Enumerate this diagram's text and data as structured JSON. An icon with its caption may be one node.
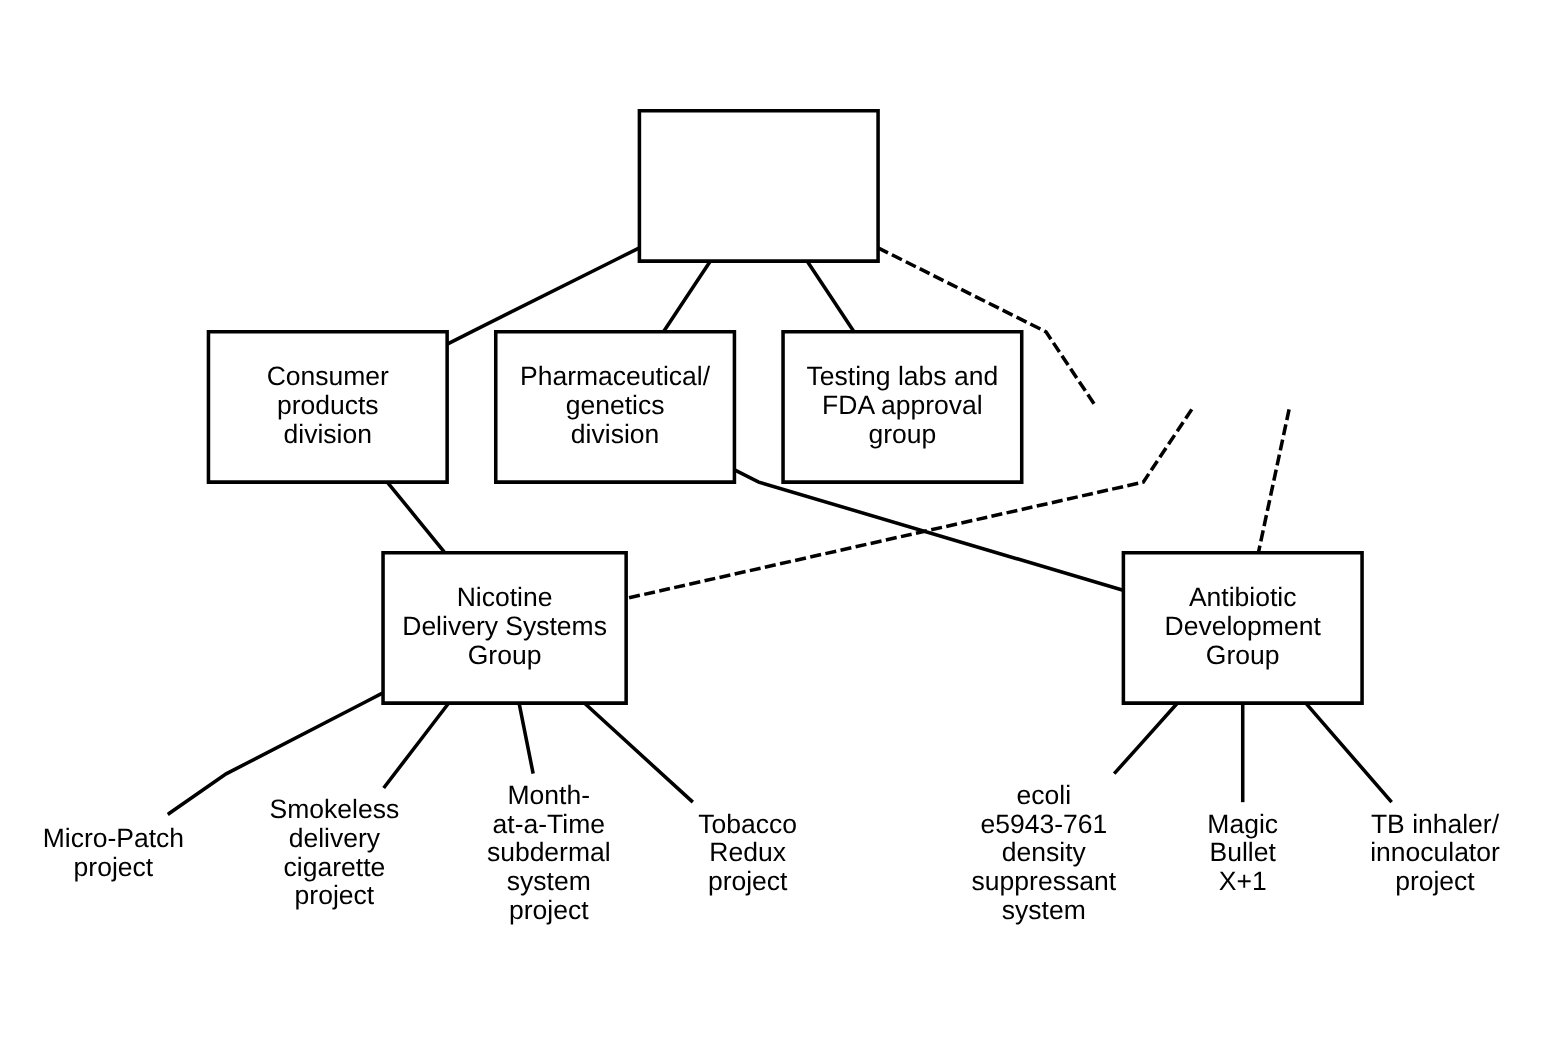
{
  "diagram": {
    "nodes": [
      {
        "text": [],
        "shape": "box"
      },
      {
        "text": [
          "Consumer products division"
        ]
      },
      {
        "text": [
          "Pharmaceutical/ genetics division"
        ]
      },
      {
        "text": [
          "Testing labs and FDA approval group"
        ]
      },
      {
        "text": [
          "Nicotine Delivery Systems Group"
        ]
      },
      {
        "text": [
          "Antibiotic Development Group"
        ]
      },
      {
        "text": [
          "Micro-Patch project"
        ]
      },
      {
        "text": [
          "Smokeless delivery cigarette project"
        ]
      },
      {
        "text": [
          "Month- at-a-Time subdermal system project"
        ]
      },
      {
        "text": [
          "Tobacco Redux project"
        ]
      },
      {
        "text": [
          "ecoli e5943-761 density suppressant system"
        ]
      },
      {
        "text": [
          "Magic Bullet X+1"
        ]
      },
      {
        "text": [
          "TB inhaler/ innoculator project"
        ]
      }
    ],
    "edges": [
      {
        "from": 0,
        "to": 1,
        "arrow": "none"
      },
      {
        "from": 0,
        "to": 2,
        "arrow": "none"
      },
      {
        "from": 0,
        "to": 3,
        "arrow": "none"
      },
      {
        "from": 0,
        "to": null,
        "arrow": "none",
        "style": "dashed"
      },
      {
        "from": 1,
        "to": 4,
        "arrow": "none"
      },
      {
        "from": 2,
        "to": 5,
        "arrow": "none"
      },
      {
        "from": null,
        "to": 4,
        "arrow": "none",
        "style": "dashed"
      },
      {
        "from": null,
        "to": 5,
        "arrow": "none",
        "style": "dashed"
      },
      {
        "from": 4,
        "to": 6,
        "arrow": "none"
      },
      {
        "from": 4,
        "to": 7,
        "arrow": "none"
      },
      {
        "from": 4,
        "to": 8,
        "arrow": "none"
      },
      {
        "from": 4,
        "to": 9,
        "arrow": "none"
      },
      {
        "from": 5,
        "to": 10,
        "arrow": "none"
      },
      {
        "from": 5,
        "to": 11,
        "arrow": "none"
      },
      {
        "from": 5,
        "to": 12,
        "arrow": "none"
      }
    ]
  }
}
